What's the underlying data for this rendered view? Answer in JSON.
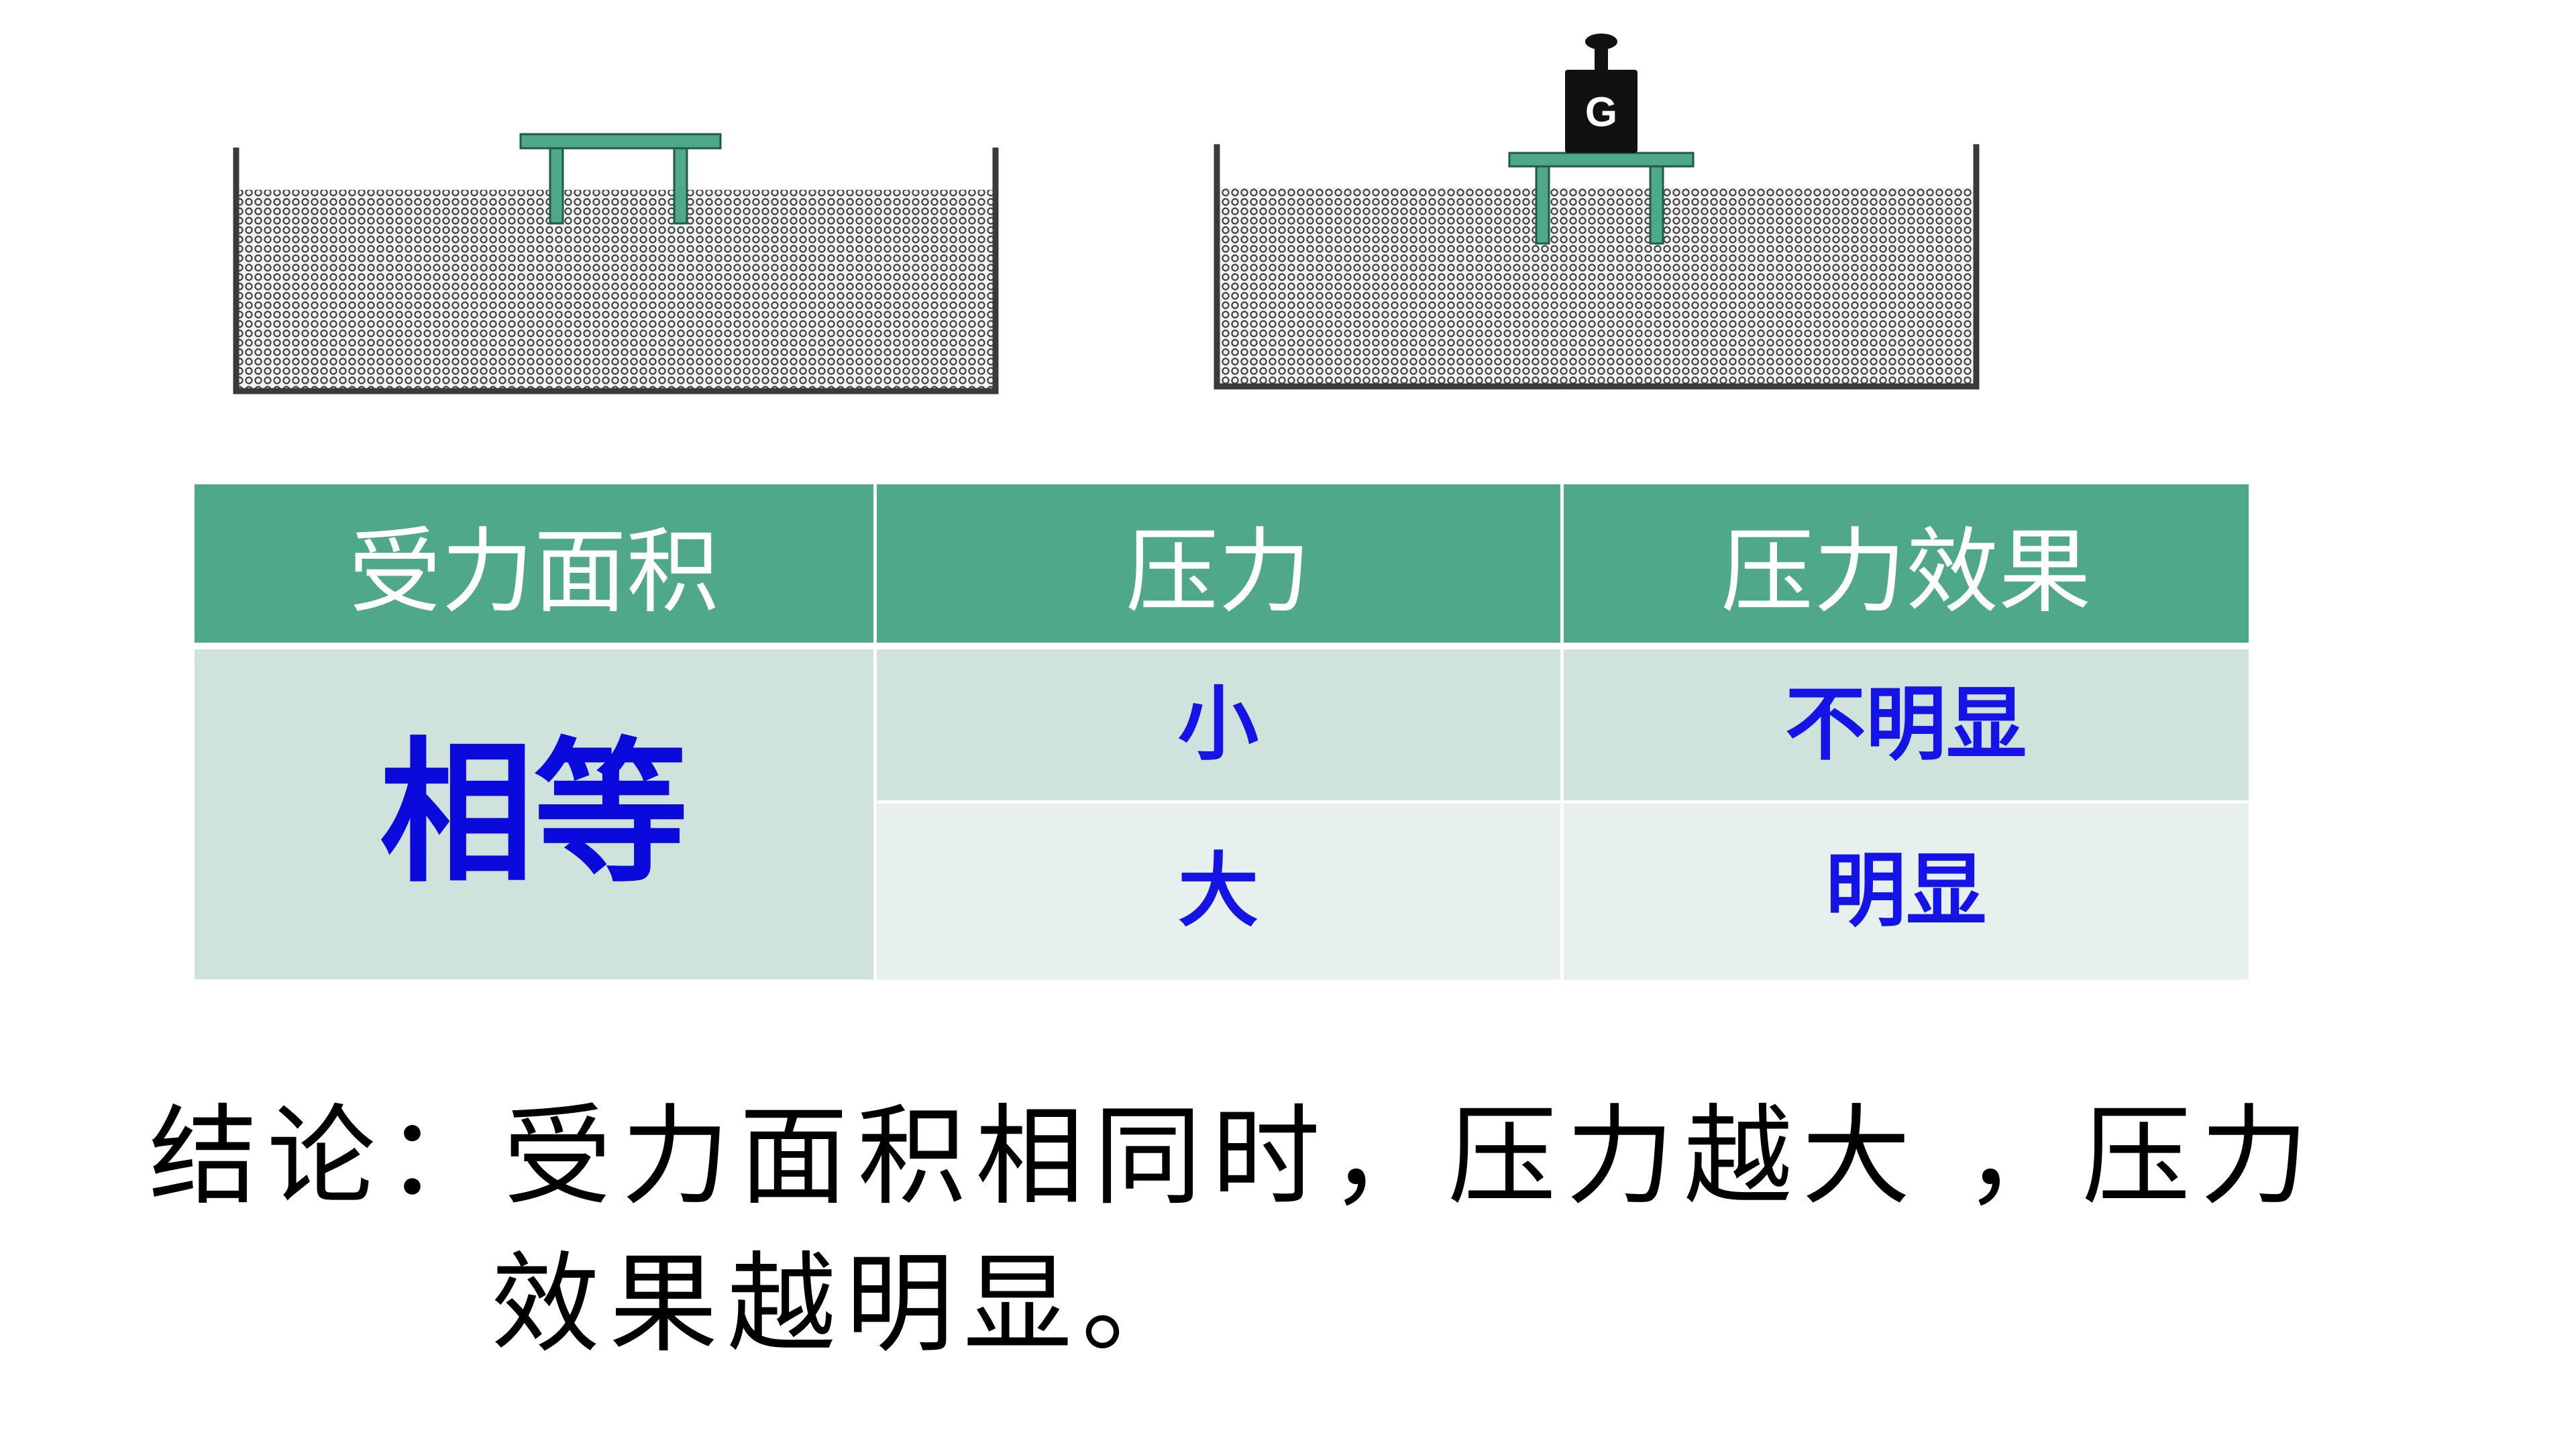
{
  "figure": {
    "weight_label": "G"
  },
  "table": {
    "headers": [
      "受力面积",
      "压力",
      "压力效果"
    ],
    "merged_value": "相等",
    "rows": [
      {
        "pressure": "小",
        "effect": "不明显"
      },
      {
        "pressure": "大",
        "effect": "明显"
      }
    ]
  },
  "conclusion": {
    "line1": "结论：受力面积相同时，压力越大 ，压力",
    "line2": "效果越明显。"
  },
  "colors": {
    "header_bg": "#4fa88a",
    "row_dark": "#d0e2dc",
    "row_light": "#e6f0ec",
    "accent_blue": "#1414e6",
    "stool": "#4fa88a"
  }
}
